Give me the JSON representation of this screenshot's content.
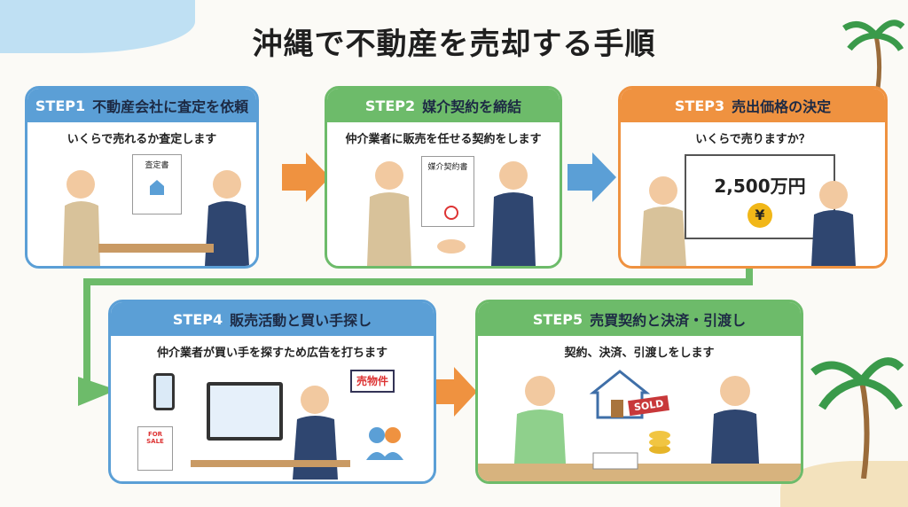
{
  "title": "沖縄で不動産を売却する手順",
  "steps": [
    {
      "step": "STEP1",
      "heading": "不動産会社に査定を依頼",
      "subtitle": "いくらで売れるか査定します",
      "doc_label": "査定書"
    },
    {
      "step": "STEP2",
      "heading": "媒介契約を締結",
      "subtitle": "仲介業者に販売を任せる契約をします",
      "doc_label": "媒介契約書"
    },
    {
      "step": "STEP3",
      "heading": "売出価格の決定",
      "subtitle": "いくらで売りますか？",
      "price": "2,500万円",
      "yen": "¥"
    },
    {
      "step": "STEP4",
      "heading": "販売活動と買い手探し",
      "subtitle": "仲介業者が買い手を探すため広告を打ちます",
      "sign": "売物件",
      "flyer": "FOR SALE"
    },
    {
      "step": "STEP5",
      "heading": "売買契約と決済・引渡し",
      "subtitle": "契約、決済、引渡しをします",
      "sold": "SOLD"
    }
  ],
  "colors": {
    "blue": "#5b9fd6",
    "green": "#6dbb6a",
    "orange": "#ef9240"
  }
}
